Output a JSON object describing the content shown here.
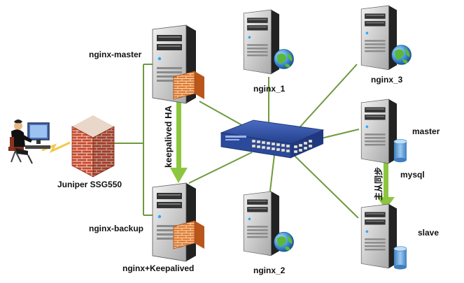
{
  "colors": {
    "link_line": "#6f9a3e",
    "arrow": "#8cc63f",
    "server_body": "#3a3a3a",
    "server_front": "#d9d9d9",
    "brick": "#c9472c",
    "switch": "#2b4a9b",
    "disk": "#6aa6dd"
  },
  "nodes": {
    "nginx_master": {
      "label": "nginx-master",
      "icon": "server-firewall-icon"
    },
    "nginx_backup": {
      "label": "nginx-backup",
      "icon": "server-firewall-icon"
    },
    "nginx_1": {
      "label": "nginx_1",
      "icon": "server-globe-icon"
    },
    "nginx_2": {
      "label": "nginx_2",
      "icon": "server-globe-icon"
    },
    "nginx_3": {
      "label": "nginx_3",
      "icon": "server-globe-icon"
    },
    "mysql_master": {
      "label": "master",
      "icon": "server-database-icon"
    },
    "mysql_slave": {
      "label": "slave",
      "icon": "server-database-icon"
    },
    "firewall": {
      "label": "Juniper SSG550",
      "icon": "brick-firewall-icon"
    },
    "user": {
      "icon": "user-workstation-icon"
    },
    "switch": {
      "icon": "network-switch-icon"
    }
  },
  "annotations": {
    "keepalived_ha": "keepalived HA",
    "master_slave_sync": "主从同步",
    "mysql": "mysql",
    "nginx_keepalived": "nginx+Keepalived"
  }
}
